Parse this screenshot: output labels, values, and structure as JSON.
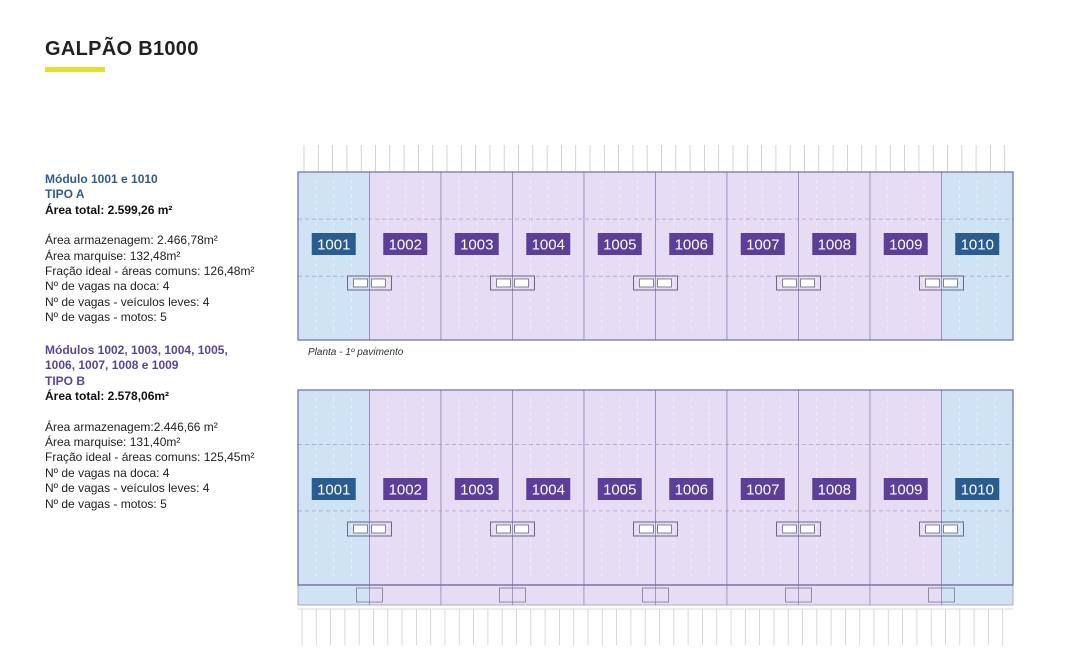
{
  "header": {
    "title": "GALPÃO B1000",
    "accent_color": "#e2e02c"
  },
  "type_a": {
    "heading": "Módulo 1001 e 1010",
    "tipo": "TIPO A",
    "area_total": "Área total: 2.599,26 m²",
    "lines": [
      "Área armazenagem: 2.466,78m²",
      "Área marquise: 132,48m²",
      "Fração ideal - áreas comuns: 126,48m²",
      "Nº de vagas na doca: 4",
      "Nº de vagas - veículos leves: 4",
      "Nº de vagas - motos: 5"
    ],
    "color": "#2e5d8c"
  },
  "type_b": {
    "heading_line1": "Módulos 1002, 1003, 1004, 1005,",
    "heading_line2": "1006, 1007, 1008 e 1009",
    "tipo": "TIPO B",
    "area_total": "Área total: 2.578,06m²",
    "lines": [
      "Área armazenagem:2.446,66 m²",
      "Área marquise: 131,40m²",
      "Fração ideal - áreas comuns: 125,45m²",
      "Nº de vagas na doca: 4",
      "Nº de vagas - veículos leves: 4",
      "Nº de vagas - motos: 5"
    ],
    "color": "#5b4694"
  },
  "plan_caption": "Planta - 1º pavimento",
  "modules": [
    {
      "id": "1001",
      "type": "A"
    },
    {
      "id": "1002",
      "type": "B"
    },
    {
      "id": "1003",
      "type": "B"
    },
    {
      "id": "1004",
      "type": "B"
    },
    {
      "id": "1005",
      "type": "B"
    },
    {
      "id": "1006",
      "type": "B"
    },
    {
      "id": "1007",
      "type": "B"
    },
    {
      "id": "1008",
      "type": "B"
    },
    {
      "id": "1009",
      "type": "B"
    },
    {
      "id": "1010",
      "type": "A"
    }
  ],
  "colors": {
    "type_a_fill": "#cfe3f4",
    "type_b_fill": "#e6dcf4",
    "type_a_label": "#2a5d8f",
    "type_b_label": "#5d3f97"
  }
}
